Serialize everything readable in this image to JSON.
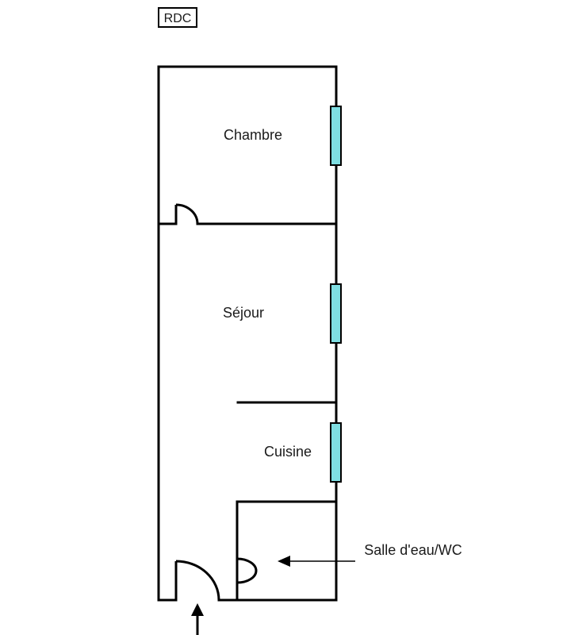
{
  "level": {
    "label": "RDC"
  },
  "rooms": {
    "chambre": "Chambre",
    "sejour": "Séjour",
    "cuisine": "Cuisine",
    "salle_eau": "Salle d'eau/WC"
  },
  "colors": {
    "wall": "#000000",
    "window_fill": "#7fdfe3",
    "background": "#ffffff"
  }
}
